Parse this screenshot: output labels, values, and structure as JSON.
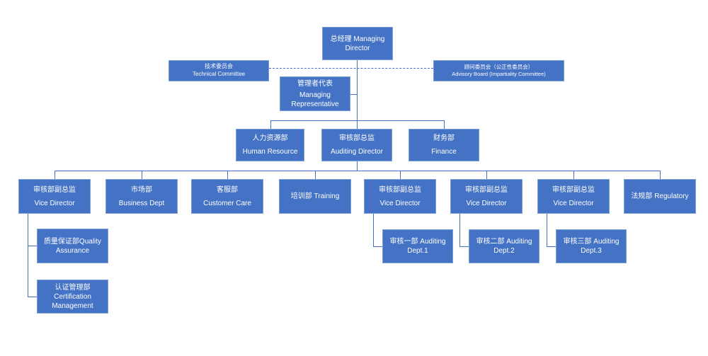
{
  "chart": {
    "type": "org-chart",
    "colors": {
      "background": "#ffffff",
      "node_fill": "#4472C4",
      "node_border": "#7d9fd8",
      "connector": "#4472C4",
      "text": "#ffffff"
    },
    "nodes": {
      "managing_director": {
        "l1": "总经理 Managing Director"
      },
      "technical_committee": {
        "l1": "技术委员会",
        "l2": "Technical Committee"
      },
      "advisory_board": {
        "l1": "顾问委员会（公正性委员会）",
        "l2": "Advisory Board (Impartiality Committee)"
      },
      "managing_representative": {
        "l1": "管理者代表",
        "l2": "Managing Representative"
      },
      "human_resource": {
        "l1": "人力资源部",
        "l2": "Human Resource"
      },
      "auditing_director": {
        "l1": "审核部总监",
        "l2": "Auditing Director"
      },
      "finance": {
        "l1": "财务部",
        "l2": "Finance"
      },
      "vice_director_1": {
        "l1": "审核部副总监",
        "l2": "Vice Director"
      },
      "business_dept": {
        "l1": "市场部",
        "l2": "Business Dept"
      },
      "customer_care": {
        "l1": "客服部",
        "l2": "Customer Care"
      },
      "training": {
        "l1": "培训部 Training"
      },
      "vice_director_2": {
        "l1": "审核部副总监",
        "l2": "Vice Director"
      },
      "vice_director_3": {
        "l1": "审核部副总监",
        "l2": "Vice Director"
      },
      "vice_director_4": {
        "l1": "审核部副总监",
        "l2": "Vice Director"
      },
      "regulatory": {
        "l1": "法规部 Regulatory"
      },
      "quality_assurance": {
        "l1": "质量保证部Quality Assurance"
      },
      "certification_management": {
        "l1": "认证管理部",
        "l2": "Certification Management"
      },
      "auditing_dept_1": {
        "l1": "审核一部 Auditing Dept.1"
      },
      "auditing_dept_2": {
        "l1": "审核二部 Auditing Dept.2"
      },
      "auditing_dept_3": {
        "l1": "审核三部 Auditing Dept.3"
      }
    },
    "edges": [
      {
        "from": "managing_director",
        "to": "technical_committee",
        "style": "dashed"
      },
      {
        "from": "managing_director",
        "to": "advisory_board",
        "style": "dashed"
      },
      {
        "from": "managing_director",
        "to": "managing_representative",
        "style": "solid"
      },
      {
        "from": "managing_director",
        "to": "human_resource",
        "style": "solid"
      },
      {
        "from": "managing_director",
        "to": "auditing_director",
        "style": "solid"
      },
      {
        "from": "managing_director",
        "to": "finance",
        "style": "solid"
      },
      {
        "from": "auditing_director",
        "to": "vice_director_1",
        "style": "solid"
      },
      {
        "from": "auditing_director",
        "to": "business_dept",
        "style": "solid"
      },
      {
        "from": "auditing_director",
        "to": "customer_care",
        "style": "solid"
      },
      {
        "from": "auditing_director",
        "to": "training",
        "style": "solid"
      },
      {
        "from": "auditing_director",
        "to": "vice_director_2",
        "style": "solid"
      },
      {
        "from": "auditing_director",
        "to": "vice_director_3",
        "style": "solid"
      },
      {
        "from": "auditing_director",
        "to": "vice_director_4",
        "style": "solid"
      },
      {
        "from": "auditing_director",
        "to": "regulatory",
        "style": "solid"
      },
      {
        "from": "vice_director_1",
        "to": "quality_assurance",
        "style": "solid"
      },
      {
        "from": "vice_director_1",
        "to": "certification_management",
        "style": "solid"
      },
      {
        "from": "vice_director_2",
        "to": "auditing_dept_1",
        "style": "solid"
      },
      {
        "from": "vice_director_3",
        "to": "auditing_dept_2",
        "style": "solid"
      },
      {
        "from": "vice_director_4",
        "to": "auditing_dept_3",
        "style": "solid"
      }
    ]
  }
}
